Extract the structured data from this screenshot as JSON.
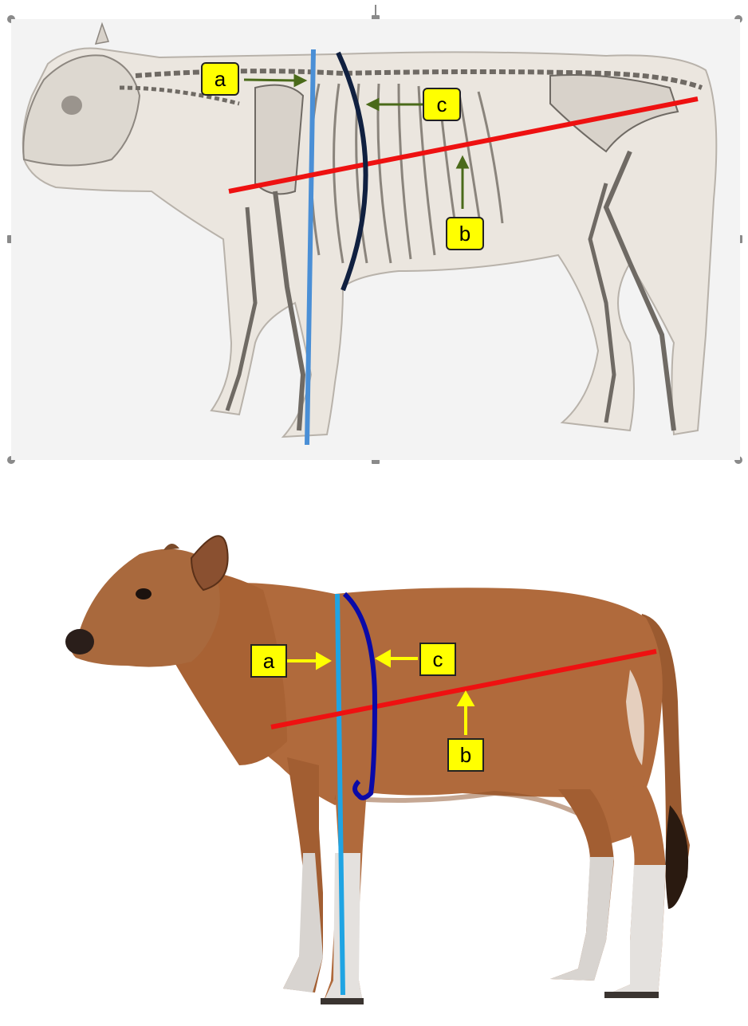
{
  "top_panel": {
    "labels": {
      "a": "a",
      "b": "b",
      "c": "c"
    }
  },
  "bottom_panel": {
    "labels": {
      "a": "a",
      "b": "b",
      "c": "c"
    }
  },
  "colors": {
    "line_a_top": "#4a8fd6",
    "line_a_bottom": "#1fa4e3",
    "line_b": "#ee1111",
    "line_c_top": "#102040",
    "line_c_bottom": "#0a0aa8",
    "label_fill": "#ffff00",
    "arrow_top": "#4a6a1a",
    "arrow_bottom": "#ffff00",
    "cow_brown": "#b06a3c"
  }
}
